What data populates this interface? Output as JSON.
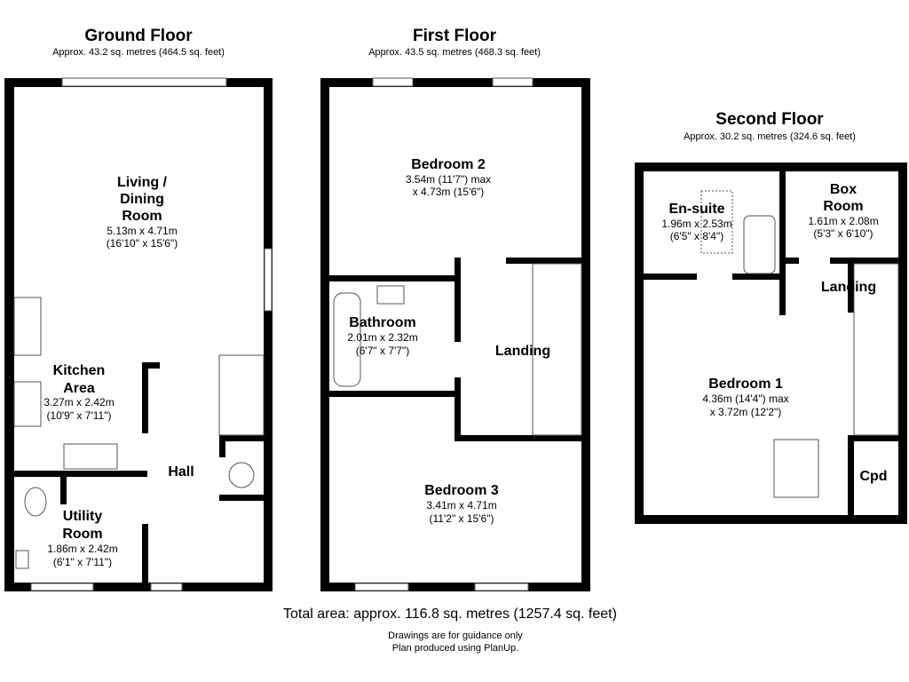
{
  "floors": [
    {
      "title": "Ground Floor",
      "area": "Approx. 43.2 sq. metres (464.5 sq. feet)",
      "rooms": [
        {
          "name": [
            "Living /",
            "Dining",
            "Room"
          ],
          "metric": "5.13m x 4.71m",
          "imperial": "(16'10\" x 15'6\")"
        },
        {
          "name": [
            "Kitchen",
            "Area"
          ],
          "metric": "3.27m x 2.42m",
          "imperial": "(10'9\" x 7'11\")"
        },
        {
          "name": [
            "Utility",
            "Room"
          ],
          "metric": "1.86m x 2.42m",
          "imperial": "(6'1\" x 7'11\")"
        },
        {
          "name": [
            "Hall"
          ]
        }
      ]
    },
    {
      "title": "First Floor",
      "area": "Approx. 43.5 sq. metres (468.3 sq. feet)",
      "rooms": [
        {
          "name": [
            "Bedroom 2"
          ],
          "metric": "3.54m (11'7\") max",
          "imperial": "x 4.73m (15'6\")"
        },
        {
          "name": [
            "Bathroom"
          ],
          "metric": "2.01m x 2.32m",
          "imperial": "(6'7\" x 7'7\")"
        },
        {
          "name": [
            "Landing"
          ]
        },
        {
          "name": [
            "Bedroom 3"
          ],
          "metric": "3.41m x 4.71m",
          "imperial": "(11'2\" x 15'6\")"
        }
      ]
    },
    {
      "title": "Second Floor",
      "area": "Approx. 30.2 sq. metres (324.6 sq. feet)",
      "rooms": [
        {
          "name": [
            "En-suite"
          ],
          "metric": "1.96m x 2.53m",
          "imperial": "(6'5\" x 8'4\")"
        },
        {
          "name": [
            "Box",
            "Room"
          ],
          "metric": "1.61m x 2.08m",
          "imperial": "(5'3\" x 6'10\")"
        },
        {
          "name": [
            "Landing"
          ]
        },
        {
          "name": [
            "Bedroom 1"
          ],
          "metric": "4.36m (14'4\") max",
          "imperial": "x 3.72m (12'2\")"
        },
        {
          "name": [
            "Cpd"
          ]
        }
      ]
    }
  ],
  "total_area": "Total area: approx. 116.8 sq. metres (1257.4 sq. feet)",
  "notes": [
    "Drawings are for guidance only",
    "Plan produced using PlanUp."
  ]
}
